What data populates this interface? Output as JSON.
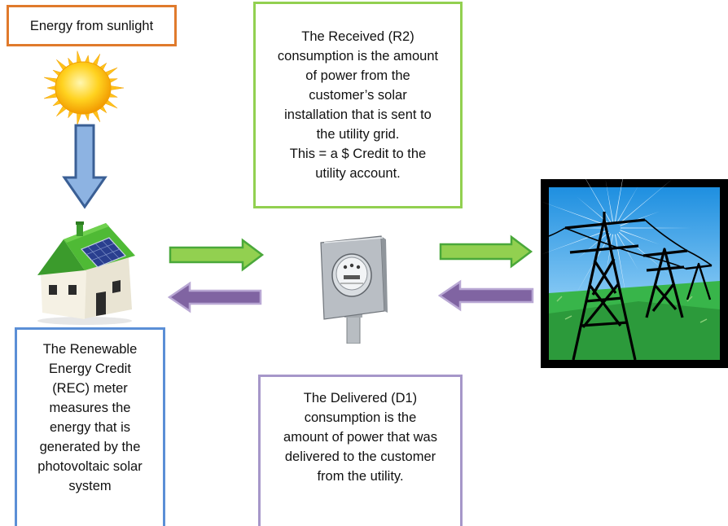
{
  "sunlight_label": "Energy from sunlight",
  "received_text": "The Received (R2)\nconsumption is the amount\nof power from the\ncustomer’s solar\ninstallation that is sent to\nthe utility grid.\nThis = a $ Credit to the\nutility account.",
  "rec_text": "The Renewable\nEnergy Credit\n(REC) meter\nmeasures the\nenergy that is\ngenerated by the\nphotovoltaic solar\nsystem",
  "delivered_text": "The Delivered (D1)\nconsumption is the\namount of power that was\ndelivered to the customer\nfrom the utility.",
  "colors": {
    "sun_box_border": "#e07a2c",
    "received_box_border": "#92d050",
    "rec_box_border": "#5b8fd6",
    "delivered_box_border": "#a697c9",
    "green_arrow": "#92d050",
    "purple_arrow": "#8064a2",
    "blue_arrow": "#8db3e2"
  },
  "icons": {
    "sun": "sun-icon",
    "house": "solar-house-icon",
    "meter": "electric-meter-icon",
    "grid": "power-transmission-tower-icon"
  }
}
